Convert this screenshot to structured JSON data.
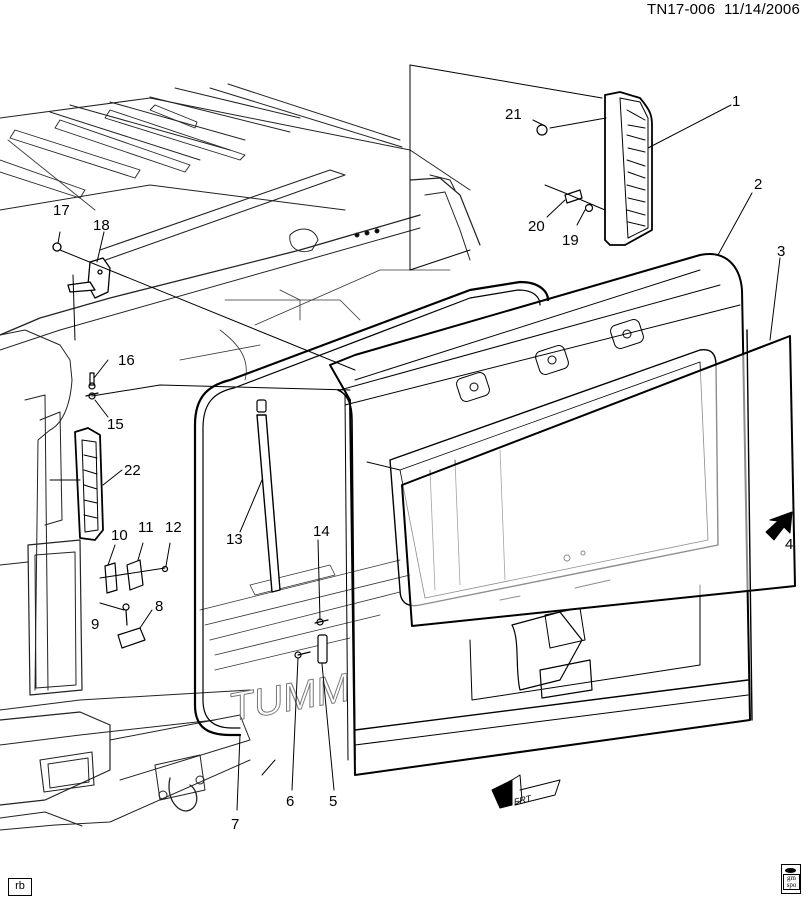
{
  "header": {
    "diagram_id": "TN17-006",
    "date": "11/14/2006"
  },
  "diagram": {
    "subject": "Rear end gate / tailgate assembly exploded view",
    "callouts": [
      {
        "id": "1",
        "label": "1"
      },
      {
        "id": "2",
        "label": "2"
      },
      {
        "id": "3",
        "label": "3"
      },
      {
        "id": "4",
        "label": "4"
      },
      {
        "id": "5",
        "label": "5"
      },
      {
        "id": "6",
        "label": "6"
      },
      {
        "id": "7",
        "label": "7"
      },
      {
        "id": "8",
        "label": "8"
      },
      {
        "id": "9",
        "label": "9"
      },
      {
        "id": "10",
        "label": "10"
      },
      {
        "id": "11",
        "label": "11"
      },
      {
        "id": "12",
        "label": "12"
      },
      {
        "id": "13",
        "label": "13"
      },
      {
        "id": "14",
        "label": "14"
      },
      {
        "id": "15",
        "label": "15"
      },
      {
        "id": "16",
        "label": "16"
      },
      {
        "id": "17",
        "label": "17"
      },
      {
        "id": "18",
        "label": "18"
      },
      {
        "id": "19",
        "label": "19"
      },
      {
        "id": "20",
        "label": "20"
      },
      {
        "id": "21",
        "label": "21"
      },
      {
        "id": "22",
        "label": "22"
      }
    ],
    "embossed_text": "TUMM",
    "front_indicator": "FRT"
  },
  "footer": {
    "badge_left": "rb",
    "badge_right_lines": [
      "gm",
      "spo"
    ]
  },
  "colors": {
    "line": "#000000",
    "background": "#ffffff",
    "light_line": "#555555"
  }
}
